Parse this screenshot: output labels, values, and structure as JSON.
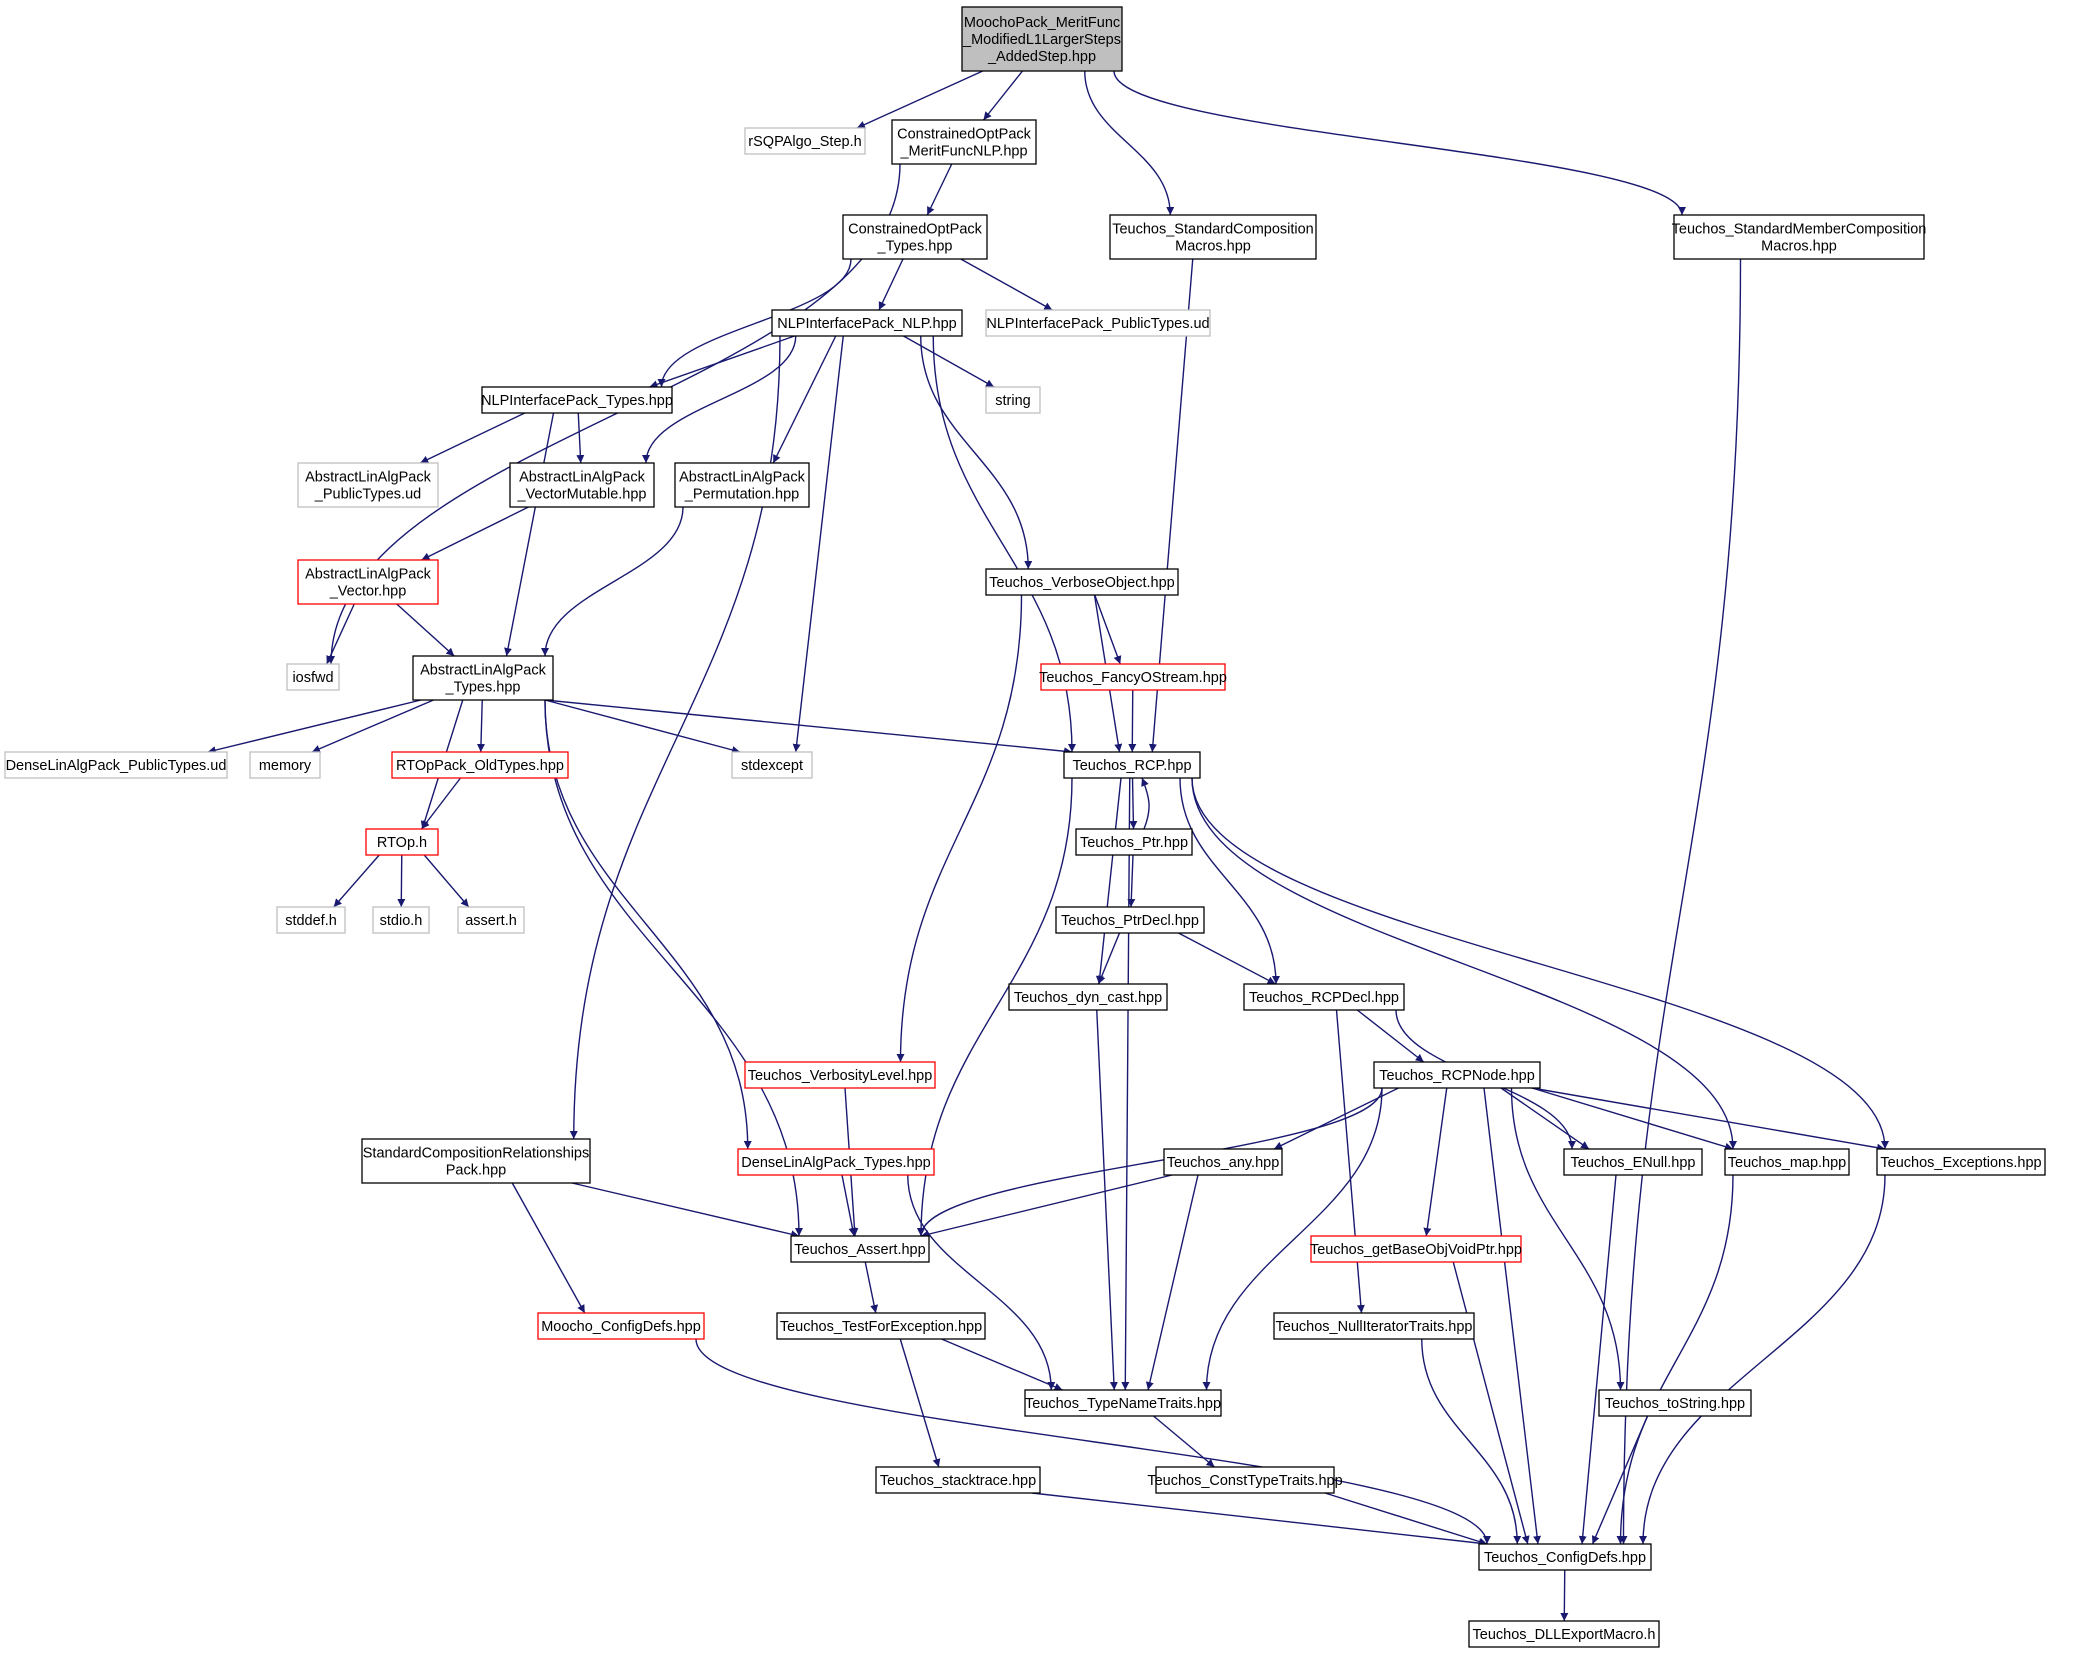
{
  "diagram": {
    "type": "include-dependency-graph",
    "colors": {
      "edge": "#191970",
      "root_fill": "#bfbfbf",
      "node_border": "#000000",
      "undocumented_border": "#bfbfbf",
      "truncated_border": "#ff0000",
      "background": "#ffffff"
    },
    "nodes": [
      {
        "id": "root",
        "lines": [
          "MoochoPack_MeritFunc",
          "_ModifiedL1LargerSteps",
          "_AddedStep.hpp"
        ],
        "style": "root"
      },
      {
        "id": "rsqp",
        "lines": [
          "rSQPAlgo_Step.h"
        ],
        "style": "gray"
      },
      {
        "id": "cop_merit",
        "lines": [
          "ConstrainedOptPack",
          "_MeritFuncNLP.hpp"
        ],
        "style": "normal"
      },
      {
        "id": "std_comp_macros",
        "lines": [
          "Teuchos_StandardComposition",
          "Macros.hpp"
        ],
        "style": "normal"
      },
      {
        "id": "std_member_macros",
        "lines": [
          "Teuchos_StandardMemberComposition",
          "Macros.hpp"
        ],
        "style": "normal"
      },
      {
        "id": "cop_types",
        "lines": [
          "ConstrainedOptPack",
          "_Types.hpp"
        ],
        "style": "normal"
      },
      {
        "id": "nlp",
        "lines": [
          "NLPInterfacePack_NLP.hpp"
        ],
        "style": "normal"
      },
      {
        "id": "nlp_public_ud",
        "lines": [
          "NLPInterfacePack_PublicTypes.ud"
        ],
        "style": "gray"
      },
      {
        "id": "nlp_types",
        "lines": [
          "NLPInterfacePack_Types.hpp"
        ],
        "style": "normal"
      },
      {
        "id": "string",
        "lines": [
          "string"
        ],
        "style": "gray"
      },
      {
        "id": "ala_public_ud",
        "lines": [
          "AbstractLinAlgPack",
          "_PublicTypes.ud"
        ],
        "style": "gray"
      },
      {
        "id": "ala_vecmut",
        "lines": [
          "AbstractLinAlgPack",
          "_VectorMutable.hpp"
        ],
        "style": "normal"
      },
      {
        "id": "ala_perm",
        "lines": [
          "AbstractLinAlgPack",
          "_Permutation.hpp"
        ],
        "style": "normal"
      },
      {
        "id": "verbose_obj",
        "lines": [
          "Teuchos_VerboseObject.hpp"
        ],
        "style": "normal"
      },
      {
        "id": "ala_vector",
        "lines": [
          "AbstractLinAlgPack",
          "_Vector.hpp"
        ],
        "style": "red"
      },
      {
        "id": "iosfwd",
        "lines": [
          "iosfwd"
        ],
        "style": "gray"
      },
      {
        "id": "ala_types",
        "lines": [
          "AbstractLinAlgPack",
          "_Types.hpp"
        ],
        "style": "normal"
      },
      {
        "id": "fancy",
        "lines": [
          "Teuchos_FancyOStream.hpp"
        ],
        "style": "red"
      },
      {
        "id": "dense_public_ud",
        "lines": [
          "DenseLinAlgPack_PublicTypes.ud"
        ],
        "style": "gray"
      },
      {
        "id": "memory",
        "lines": [
          "memory"
        ],
        "style": "gray"
      },
      {
        "id": "rtop_old",
        "lines": [
          "RTOpPack_OldTypes.hpp"
        ],
        "style": "red"
      },
      {
        "id": "stdexcept",
        "lines": [
          "stdexcept"
        ],
        "style": "gray"
      },
      {
        "id": "rcp",
        "lines": [
          "Teuchos_RCP.hpp"
        ],
        "style": "normal"
      },
      {
        "id": "rtop_h",
        "lines": [
          "RTOp.h"
        ],
        "style": "red"
      },
      {
        "id": "ptr",
        "lines": [
          "Teuchos_Ptr.hpp"
        ],
        "style": "normal"
      },
      {
        "id": "stddef",
        "lines": [
          "stddef.h"
        ],
        "style": "gray"
      },
      {
        "id": "stdio",
        "lines": [
          "stdio.h"
        ],
        "style": "gray"
      },
      {
        "id": "assert_h",
        "lines": [
          "assert.h"
        ],
        "style": "gray"
      },
      {
        "id": "ptrdecl",
        "lines": [
          "Teuchos_PtrDecl.hpp"
        ],
        "style": "normal"
      },
      {
        "id": "dyn_cast",
        "lines": [
          "Teuchos_dyn_cast.hpp"
        ],
        "style": "normal"
      },
      {
        "id": "rcpdecl",
        "lines": [
          "Teuchos_RCPDecl.hpp"
        ],
        "style": "normal"
      },
      {
        "id": "rcpnode",
        "lines": [
          "Teuchos_RCPNode.hpp"
        ],
        "style": "normal"
      },
      {
        "id": "verbosity",
        "lines": [
          "Teuchos_VerbosityLevel.hpp"
        ],
        "style": "red"
      },
      {
        "id": "std_comp_rel",
        "lines": [
          "StandardCompositionRelationships",
          "Pack.hpp"
        ],
        "style": "normal"
      },
      {
        "id": "dense_types",
        "lines": [
          "DenseLinAlgPack_Types.hpp"
        ],
        "style": "red"
      },
      {
        "id": "any",
        "lines": [
          "Teuchos_any.hpp"
        ],
        "style": "normal"
      },
      {
        "id": "enull",
        "lines": [
          "Teuchos_ENull.hpp"
        ],
        "style": "normal"
      },
      {
        "id": "map",
        "lines": [
          "Teuchos_map.hpp"
        ],
        "style": "normal"
      },
      {
        "id": "exceptions",
        "lines": [
          "Teuchos_Exceptions.hpp"
        ],
        "style": "normal"
      },
      {
        "id": "assert_hpp",
        "lines": [
          "Teuchos_Assert.hpp"
        ],
        "style": "normal"
      },
      {
        "id": "getbase",
        "lines": [
          "Teuchos_getBaseObjVoidPtr.hpp"
        ],
        "style": "red"
      },
      {
        "id": "moocho_config",
        "lines": [
          "Moocho_ConfigDefs.hpp"
        ],
        "style": "red"
      },
      {
        "id": "testforexc",
        "lines": [
          "Teuchos_TestForException.hpp"
        ],
        "style": "normal"
      },
      {
        "id": "nulliter",
        "lines": [
          "Teuchos_NullIteratorTraits.hpp"
        ],
        "style": "normal"
      },
      {
        "id": "typename",
        "lines": [
          "Teuchos_TypeNameTraits.hpp"
        ],
        "style": "normal"
      },
      {
        "id": "tostring",
        "lines": [
          "Teuchos_toString.hpp"
        ],
        "style": "normal"
      },
      {
        "id": "stacktrace",
        "lines": [
          "Teuchos_stacktrace.hpp"
        ],
        "style": "normal"
      },
      {
        "id": "consttype",
        "lines": [
          "Teuchos_ConstTypeTraits.hpp"
        ],
        "style": "normal"
      },
      {
        "id": "configdefs",
        "lines": [
          "Teuchos_ConfigDefs.hpp"
        ],
        "style": "normal"
      },
      {
        "id": "dllexport",
        "lines": [
          "Teuchos_DLLExportMacro.h"
        ],
        "style": "normal"
      }
    ],
    "edges": [
      [
        "root",
        "rsqp"
      ],
      [
        "root",
        "cop_merit"
      ],
      [
        "root",
        "std_comp_macros"
      ],
      [
        "root",
        "std_member_macros"
      ],
      [
        "cop_merit",
        "iosfwd"
      ],
      [
        "cop_merit",
        "cop_types"
      ],
      [
        "cop_types",
        "nlp_types"
      ],
      [
        "cop_types",
        "nlp"
      ],
      [
        "cop_types",
        "nlp_public_ud"
      ],
      [
        "nlp",
        "nlp_types"
      ],
      [
        "nlp",
        "ala_vecmut"
      ],
      [
        "nlp",
        "ala_perm"
      ],
      [
        "nlp",
        "string"
      ],
      [
        "nlp",
        "verbose_obj"
      ],
      [
        "nlp",
        "rcp"
      ],
      [
        "nlp",
        "stdexcept"
      ],
      [
        "nlp",
        "std_comp_rel"
      ],
      [
        "nlp_types",
        "ala_public_ud"
      ],
      [
        "nlp_types",
        "ala_vecmut"
      ],
      [
        "nlp_types",
        "ala_types"
      ],
      [
        "ala_vecmut",
        "ala_vector"
      ],
      [
        "ala_perm",
        "ala_types"
      ],
      [
        "ala_vector",
        "iosfwd"
      ],
      [
        "ala_vector",
        "ala_types"
      ],
      [
        "ala_types",
        "dense_public_ud"
      ],
      [
        "ala_types",
        "memory"
      ],
      [
        "ala_types",
        "rtop_old"
      ],
      [
        "ala_types",
        "rtop_h"
      ],
      [
        "ala_types",
        "stdexcept"
      ],
      [
        "ala_types",
        "rcp"
      ],
      [
        "ala_types",
        "assert_hpp"
      ],
      [
        "ala_types",
        "dense_types"
      ],
      [
        "rtop_old",
        "rtop_h"
      ],
      [
        "rtop_h",
        "stddef"
      ],
      [
        "rtop_h",
        "stdio"
      ],
      [
        "rtop_h",
        "assert_h"
      ],
      [
        "verbose_obj",
        "fancy"
      ],
      [
        "verbose_obj",
        "rcp"
      ],
      [
        "verbose_obj",
        "verbosity"
      ],
      [
        "fancy",
        "rcp"
      ],
      [
        "std_comp_macros",
        "rcp"
      ],
      [
        "std_member_macros",
        "configdefs"
      ],
      [
        "rcp",
        "ptr"
      ],
      [
        "ptr",
        "rcp"
      ],
      [
        "rcp",
        "dyn_cast"
      ],
      [
        "rcp",
        "rcpdecl"
      ],
      [
        "rcp",
        "typename"
      ],
      [
        "rcp",
        "assert_hpp"
      ],
      [
        "rcp",
        "map"
      ],
      [
        "rcp",
        "exceptions"
      ],
      [
        "ptr",
        "ptrdecl"
      ],
      [
        "ptrdecl",
        "dyn_cast"
      ],
      [
        "ptrdecl",
        "rcpdecl"
      ],
      [
        "rcpdecl",
        "rcpnode"
      ],
      [
        "rcpdecl",
        "nulliter"
      ],
      [
        "rcpdecl",
        "enull"
      ],
      [
        "rcpnode",
        "any"
      ],
      [
        "rcpnode",
        "enull"
      ],
      [
        "rcpnode",
        "map"
      ],
      [
        "rcpnode",
        "exceptions"
      ],
      [
        "rcpnode",
        "assert_hpp"
      ],
      [
        "rcpnode",
        "typename"
      ],
      [
        "rcpnode",
        "getbase"
      ],
      [
        "rcpnode",
        "tostring"
      ],
      [
        "rcpnode",
        "configdefs"
      ],
      [
        "dyn_cast",
        "typename"
      ],
      [
        "verbosity",
        "assert_hpp"
      ],
      [
        "std_comp_rel",
        "assert_hpp"
      ],
      [
        "std_comp_rel",
        "moocho_config"
      ],
      [
        "dense_types",
        "assert_hpp"
      ],
      [
        "dense_types",
        "typename"
      ],
      [
        "any",
        "assert_hpp"
      ],
      [
        "any",
        "typename"
      ],
      [
        "enull",
        "configdefs"
      ],
      [
        "map",
        "configdefs"
      ],
      [
        "exceptions",
        "configdefs"
      ],
      [
        "assert_hpp",
        "testforexc"
      ],
      [
        "getbase",
        "configdefs"
      ],
      [
        "moocho_config",
        "configdefs"
      ],
      [
        "testforexc",
        "typename"
      ],
      [
        "testforexc",
        "stacktrace"
      ],
      [
        "nulliter",
        "configdefs"
      ],
      [
        "typename",
        "consttype"
      ],
      [
        "tostring",
        "configdefs"
      ],
      [
        "stacktrace",
        "configdefs"
      ],
      [
        "consttype",
        "configdefs"
      ],
      [
        "configdefs",
        "dllexport"
      ]
    ]
  }
}
